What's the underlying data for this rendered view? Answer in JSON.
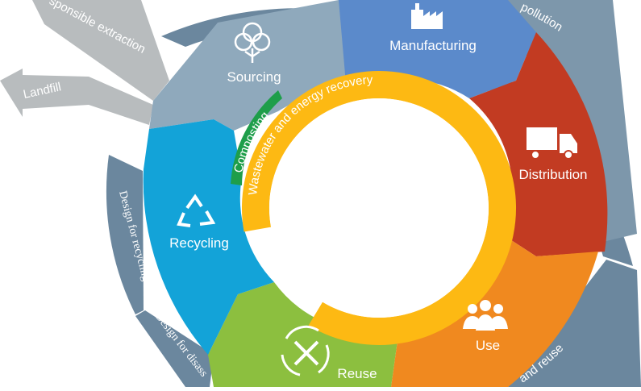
{
  "colors": {
    "sourcing": "#8FA9BC",
    "manufacturing": "#5B8ACB",
    "distribution": "#C23B22",
    "use": "#F0891F",
    "reuse": "#8CBF3F",
    "recycling": "#13A3D8",
    "inner_ring": "#FDB913",
    "composting": "#1E9E4A",
    "outer_ring": "#6B879E",
    "arrow": "#B8BCBE"
  },
  "stages": {
    "sourcing": {
      "label": "Sourcing",
      "icon": "cotton-plant-icon"
    },
    "manufacturing": {
      "label": "Manufacturing",
      "icon": "factory-icon"
    },
    "distribution": {
      "label": "Distribution",
      "icon": "delivery-truck-icon"
    },
    "use": {
      "label": "Use",
      "icon": "people-group-icon"
    },
    "reuse": {
      "label": "Reuse",
      "icon": "tools-cycle-icon"
    },
    "recycling": {
      "label": "Recycling",
      "icon": "recycle-icon"
    }
  },
  "inner_ring": {
    "wastewater": "Wastewater and energy recovery",
    "composting": "Composting"
  },
  "outer_ring": {
    "pollution": "pollution",
    "repair_reuse": "and reuse",
    "design_recycling": "Design for recycling",
    "design_disassembly": "Design for disass"
  },
  "arrows": {
    "extraction": "sponsible extraction",
    "landfill": "Landfill"
  }
}
